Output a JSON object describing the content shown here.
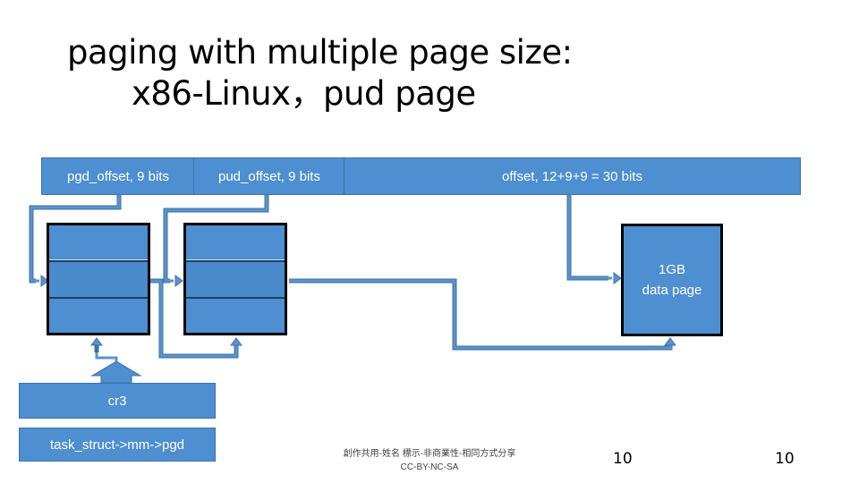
{
  "title": {
    "line1": "paging with multiple page size:",
    "line2": "x86-Linux，pud page"
  },
  "address_fields": {
    "pgd_offset": "pgd_offset, 9 bits",
    "pud_offset": "pud_offset, 9 bits",
    "offset": "offset, 12+9+9 = 30 bits"
  },
  "data_page": {
    "line1": "1GB",
    "line2": "data page"
  },
  "cr3_label": "cr3",
  "task_struct_label": "task_struct->mm->pgd",
  "footer": {
    "license_line": "創作共用-姓名 標示-非商業性-相同方式分享",
    "license_code": "CC-BY-NC-SA"
  },
  "page_number_center": "10",
  "page_number_right": "10",
  "colors": {
    "box_fill": "#4d8fd0",
    "wire": "#5b93c9",
    "wire_outline": "#3d72a8"
  }
}
